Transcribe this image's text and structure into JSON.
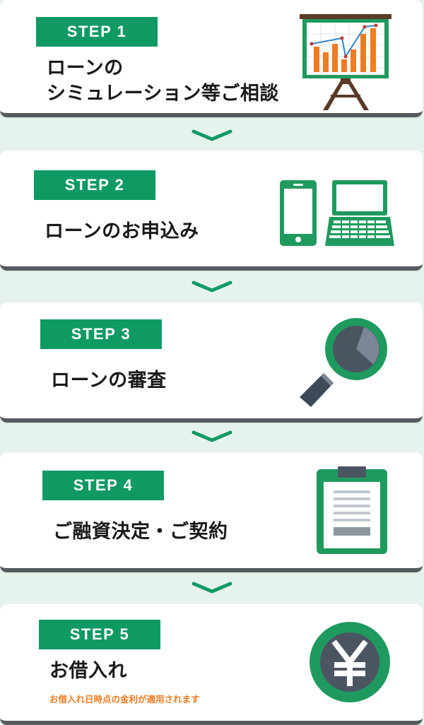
{
  "steps": [
    {
      "badge": "STEP 1",
      "title_line1": "ローンの",
      "title_line2": "シミュレーション等ご相談",
      "icon": "presentation-chart-icon"
    },
    {
      "badge": "STEP 2",
      "title": "ローンのお申込み",
      "icon": "smartphone-laptop-icon"
    },
    {
      "badge": "STEP 3",
      "title": "ローンの審査",
      "icon": "magnifying-glass-icon"
    },
    {
      "badge": "STEP 4",
      "title": "ご融資決定・ご契約",
      "icon": "clipboard-icon"
    },
    {
      "badge": "STEP 5",
      "title": "お借入れ",
      "note": "お借入れ日時点の金利が適用されます",
      "icon": "yen-coin-icon"
    }
  ],
  "colors": {
    "accent_green": "#0f9a64",
    "background": "#e6f3ec",
    "card_shadow": "#555a5e",
    "note_orange": "#f07c22"
  }
}
